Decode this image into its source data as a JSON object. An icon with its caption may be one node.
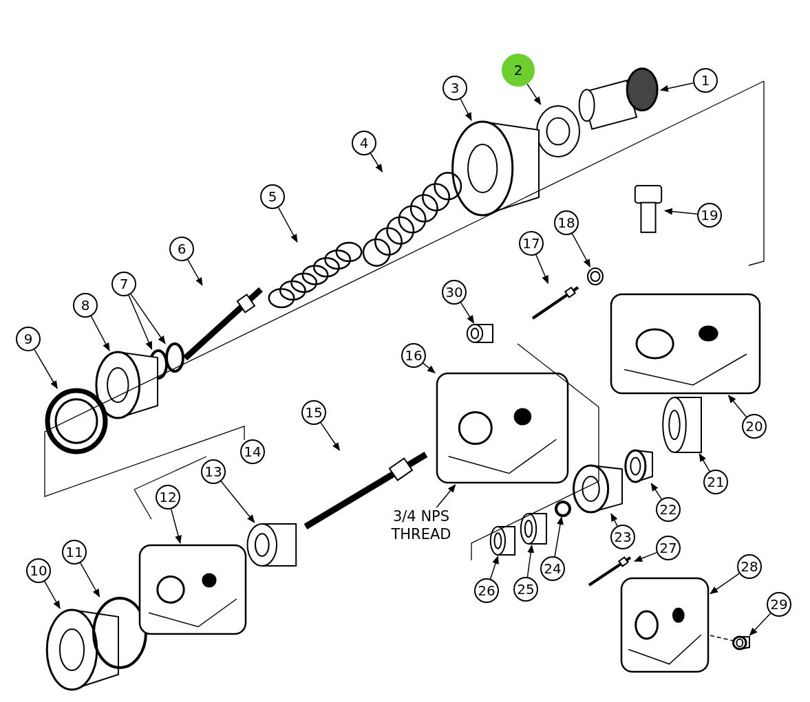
{
  "diagram": {
    "nodes": [
      {
        "text": [
          "1"
        ]
      },
      {
        "text": [
          "2"
        ]
      },
      {
        "text": [
          "3"
        ]
      },
      {
        "text": [
          "4"
        ]
      },
      {
        "text": [
          "5"
        ]
      },
      {
        "text": [
          "6"
        ]
      },
      {
        "text": [
          "7"
        ]
      },
      {
        "text": [
          "8"
        ]
      },
      {
        "text": [
          "9"
        ]
      },
      {
        "text": [
          "10"
        ]
      },
      {
        "text": [
          "11"
        ]
      },
      {
        "text": [
          "12"
        ]
      },
      {
        "text": [
          "13"
        ]
      },
      {
        "text": [
          "14"
        ]
      },
      {
        "text": [
          "15"
        ]
      },
      {
        "text": [
          "16"
        ]
      },
      {
        "text": [
          "17"
        ]
      },
      {
        "text": [
          "18"
        ]
      },
      {
        "text": [
          "19"
        ]
      },
      {
        "text": [
          "20"
        ]
      },
      {
        "text": [
          "21"
        ]
      },
      {
        "text": [
          "22"
        ]
      },
      {
        "text": [
          "23"
        ]
      },
      {
        "text": [
          "24"
        ]
      },
      {
        "text": [
          "25"
        ]
      },
      {
        "text": [
          "26"
        ]
      },
      {
        "text": [
          "27"
        ]
      },
      {
        "text": [
          "28"
        ]
      },
      {
        "text": [
          "29"
        ]
      },
      {
        "text": [
          "30"
        ]
      },
      {
        "text": [
          "3/4 NPS THREAD"
        ]
      },
      {
        "text": [],
        "shape": "picture"
      },
      {
        "text": [],
        "shape": "picture"
      },
      {
        "text": [],
        "shape": "picture"
      },
      {
        "text": [],
        "shape": "picture"
      },
      {
        "text": [],
        "shape": "picture"
      },
      {
        "text": [],
        "shape": "bar"
      },
      {
        "text": [],
        "shape": "circle"
      },
      {
        "text": [],
        "shape": "circle"
      },
      {
        "text": [],
        "shape": "picture"
      },
      {
        "text": [],
        "shape": "picture"
      },
      {
        "text": [],
        "shape": "picture"
      },
      {
        "text": [],
        "shape": "circle"
      },
      {
        "text": [],
        "shape": "picture"
      },
      {
        "text": [],
        "shape": "cylinder"
      },
      {
        "text": [],
        "shape": "bar"
      },
      {
        "text": [],
        "shape": "picture"
      },
      {
        "text": [],
        "shape": "bar"
      },
      {
        "text": [],
        "shape": "picture"
      },
      {
        "text": [],
        "shape": "picture"
      },
      {
        "text": [],
        "shape": "picture"
      },
      {
        "text": [],
        "shape": "cylinder"
      },
      {
        "text": [],
        "shape": "picture"
      },
      {
        "text": [],
        "shape": "picture"
      },
      {
        "text": [],
        "shape": "circle"
      },
      {
        "text": [],
        "shape": "cylinder"
      },
      {
        "text": [],
        "shape": "cylinder"
      },
      {
        "text": [],
        "shape": "bar"
      },
      {
        "text": [],
        "shape": "picture"
      },
      {
        "text": [],
        "shape": "picture"
      },
      {
        "text": [],
        "shape": "cylinder"
      }
    ],
    "edges": [
      {
        "from": 0,
        "to": 31,
        "arrow": "to"
      },
      {
        "from": 1,
        "to": 32,
        "arrow": "to"
      },
      {
        "from": 2,
        "to": 33,
        "arrow": "to"
      },
      {
        "from": 3,
        "to": 34,
        "arrow": "to"
      },
      {
        "from": 4,
        "to": 35,
        "arrow": "to"
      },
      {
        "from": 5,
        "to": 36,
        "arrow": "to"
      },
      {
        "from": 6,
        "to": 37,
        "arrow": "to"
      },
      {
        "from": 6,
        "to": 38,
        "arrow": "to"
      },
      {
        "from": 7,
        "to": 39,
        "arrow": "to"
      },
      {
        "from": 8,
        "to": 40,
        "arrow": "to"
      },
      {
        "from": 9,
        "to": 41,
        "arrow": "to"
      },
      {
        "from": 10,
        "to": 42,
        "arrow": "to"
      },
      {
        "from": 11,
        "to": 43,
        "arrow": "to"
      },
      {
        "from": 12,
        "to": 44,
        "arrow": "to"
      },
      {
        "from": 14,
        "to": 45,
        "arrow": "to"
      },
      {
        "from": 15,
        "to": 46,
        "arrow": "to"
      },
      {
        "from": 16,
        "to": 47,
        "arrow": "to"
      },
      {
        "from": 17,
        "to": 48,
        "arrow": "to"
      },
      {
        "from": 18,
        "to": 49,
        "arrow": "to"
      },
      {
        "from": 19,
        "to": 50,
        "arrow": "to"
      },
      {
        "from": 20,
        "to": 51,
        "arrow": "to"
      },
      {
        "from": 21,
        "to": 52,
        "arrow": "to"
      },
      {
        "from": 22,
        "to": 53,
        "arrow": "to"
      },
      {
        "from": 23,
        "to": 54,
        "arrow": "to"
      },
      {
        "from": 24,
        "to": 55,
        "arrow": "to"
      },
      {
        "from": 25,
        "to": 56,
        "arrow": "to"
      },
      {
        "from": 26,
        "to": 57,
        "arrow": "to"
      },
      {
        "from": 27,
        "to": 58,
        "arrow": "to"
      },
      {
        "from": 28,
        "to": 59,
        "arrow": "to"
      },
      {
        "from": 29,
        "to": 60,
        "arrow": "to"
      },
      {
        "from": 30,
        "to": 46,
        "arrow": "to"
      },
      {
        "from": 58,
        "to": 59,
        "arrow": "none",
        "style": "dashed"
      }
    ]
  }
}
